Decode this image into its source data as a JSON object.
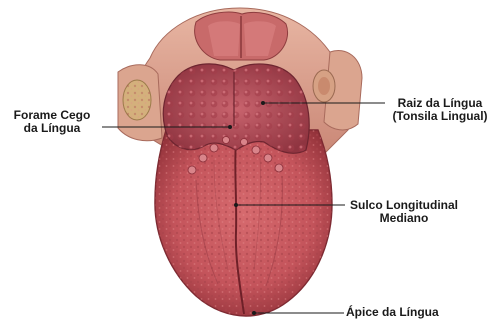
{
  "labels": {
    "forame": {
      "line1": "Forame Cego",
      "line2": "da Língua"
    },
    "raiz": {
      "line1": "Raiz da Língua",
      "line2": "(Tonsila Lingual)"
    },
    "sulco": {
      "line1": "Sulco Longitudinal",
      "line2": "Mediano"
    },
    "apice": {
      "line1": "Ápice da Língua"
    }
  },
  "colors": {
    "tongue": "#c8595f",
    "tongue_dark": "#8e2f37",
    "root": "#b95260",
    "tissue": "#d99a86",
    "leader_line": "#1a1a1a"
  }
}
